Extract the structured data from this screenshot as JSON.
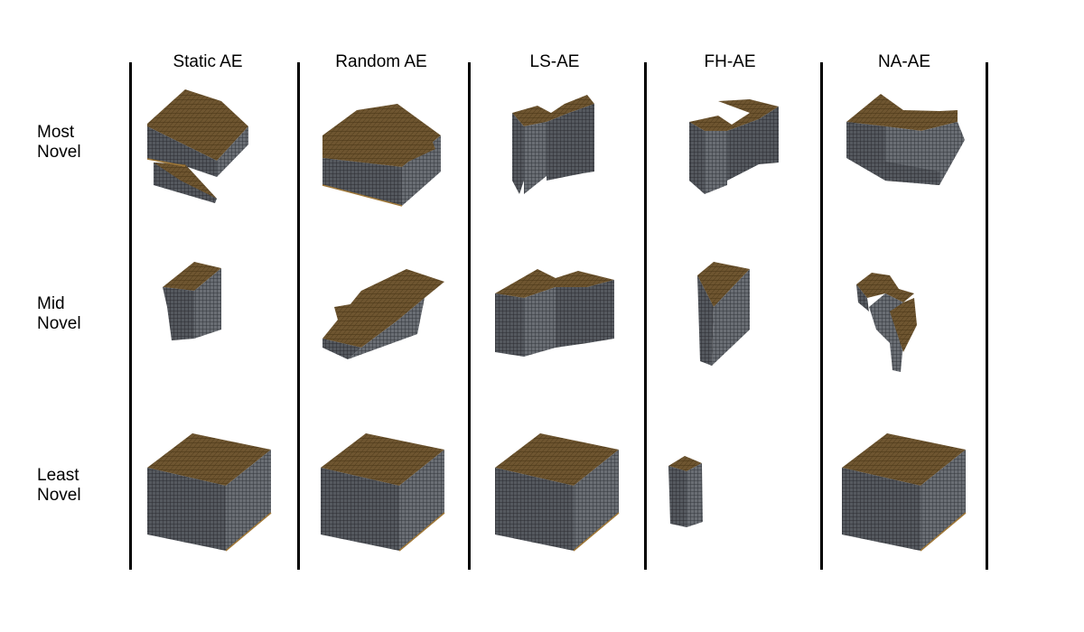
{
  "columns": [
    "Static AE",
    "Random AE",
    "LS-AE",
    "FH-AE",
    "NA-AE"
  ],
  "rows": [
    {
      "line1": "Most",
      "line2": "Novel"
    },
    {
      "line1": "Mid",
      "line2": "Novel"
    },
    {
      "line1": "Least",
      "line2": "Novel"
    }
  ],
  "colors": {
    "top_face": "#6e5530",
    "top_grid": "#4a3718",
    "side_face": "#55595f",
    "side_grid": "#2a2c30",
    "edge_glow": "#a07838",
    "divider": "#000000"
  }
}
